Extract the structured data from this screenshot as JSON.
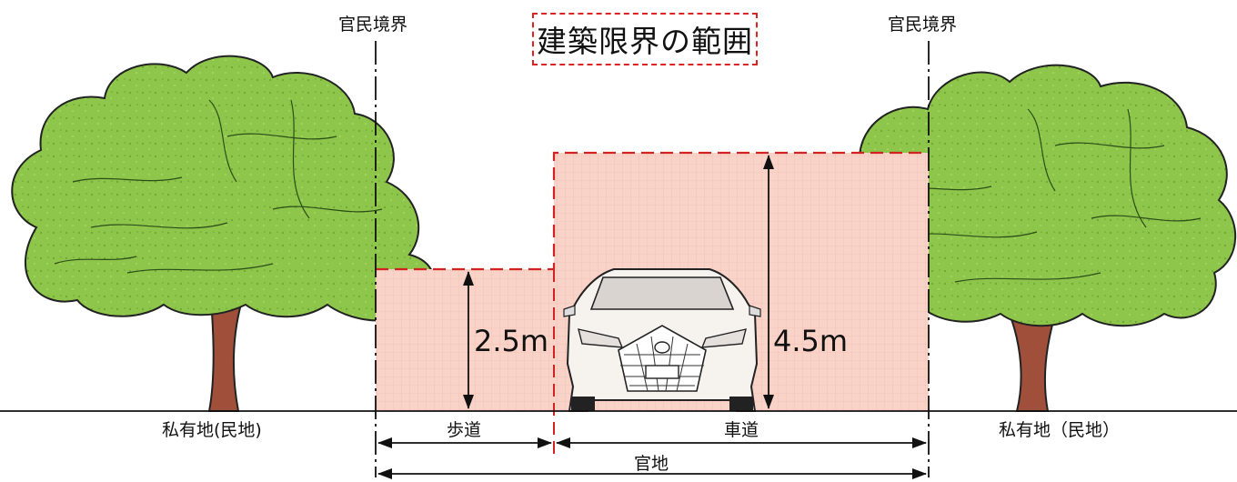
{
  "title": "建築限界の範囲",
  "boundary_left": "官民境界",
  "boundary_right": "官民境界",
  "height_sidewalk": "2.5m",
  "height_roadway": "4.5m",
  "ground": {
    "private_left": "私有地(民地)",
    "private_right": "私有地（民地）",
    "sidewalk": "歩道",
    "roadway": "車道",
    "public_land": "官地"
  },
  "colors": {
    "clearance_fill": "#f9d2c8",
    "clearance_line": "#d22222",
    "tree_canopy": "#8dc64a",
    "tree_trunk": "#a0503a"
  }
}
